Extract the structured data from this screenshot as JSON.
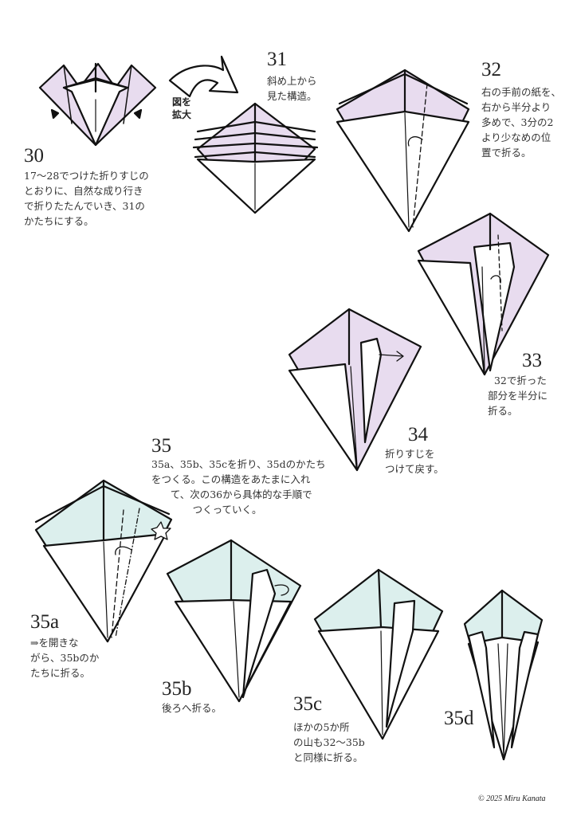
{
  "colors": {
    "lavender": "#e8dcef",
    "mint": "#dcefed",
    "line": "#111111"
  },
  "steps": {
    "s30": {
      "num": "30",
      "text": "17〜28でつけた折りすじの\nとおりに、自然な成り行き\nで折りたたんでいき、31の\nかたちにする。"
    },
    "zoom_label": "図を\n拡大",
    "s31": {
      "num": "31",
      "text": "斜め上から\n見た構造。"
    },
    "s32": {
      "num": "32",
      "text": "右の手前の紙を、\n右から半分より\n多めで、3分の2\nより少なめの位\n置で折る。"
    },
    "s33": {
      "num": "33",
      "text": "  32で折った\n部分を半分に\n折る。"
    },
    "s34": {
      "num": "34",
      "text": "折りすじを\nつけて戻す。"
    },
    "s35": {
      "num": "35",
      "text": "35a、35b、35cを折り、35dのかたち\nをつくる。この構造をあたまに入れ\n      て、次の36から具体的な手順で\n             つくっていく。"
    },
    "s35a": {
      "num": "35a",
      "text": "⇒を開きな\nがら、35bのか\nたちに折る。"
    },
    "s35b": {
      "num": "35b",
      "text": "後ろへ折る。"
    },
    "s35c": {
      "num": "35c",
      "text": "ほかの5か所\nの山も32〜35b\nと同様に折る。"
    },
    "s35d": {
      "num": "35d"
    }
  },
  "copyright": "© 2025 Miru Kanata"
}
